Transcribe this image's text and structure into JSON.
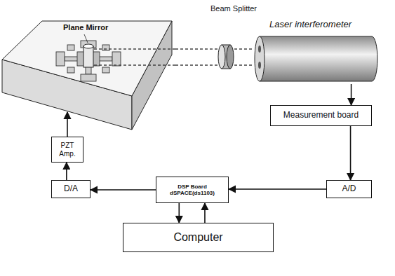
{
  "diagram": {
    "nodes": [
      {
        "text": [
          "Plane Mirror"
        ]
      },
      {
        "text": [
          "Laser interferometer"
        ]
      },
      {
        "text": [
          "Measurement board"
        ]
      },
      {
        "text": [
          "PZT Amp."
        ]
      },
      {
        "text": [
          "D/A"
        ]
      },
      {
        "text": [
          "DSP Board dSPACE(ds1103)"
        ]
      },
      {
        "text": [
          "A/D"
        ]
      },
      {
        "text": [
          "Computer"
        ]
      }
    ],
    "edges": [
      {
        "from": 1,
        "to": 2,
        "arrow": "to"
      },
      {
        "from": 2,
        "to": 6,
        "arrow": "to"
      },
      {
        "from": 6,
        "to": 5,
        "arrow": "to"
      },
      {
        "from": 5,
        "to": 4,
        "arrow": "to"
      },
      {
        "from": 4,
        "to": 3,
        "arrow": "to"
      },
      {
        "from": 3,
        "to": 0,
        "arrow": "to"
      },
      {
        "from": 5,
        "to": 7,
        "arrow": "to"
      },
      {
        "from": 7,
        "to": 5,
        "arrow": "to"
      }
    ],
    "labels": [
      "Beam Splitter"
    ]
  }
}
